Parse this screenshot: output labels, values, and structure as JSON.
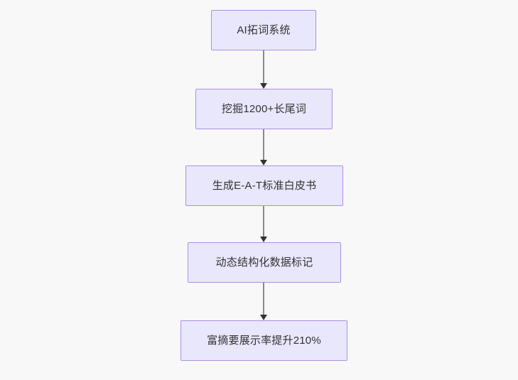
{
  "diagram": {
    "type": "flowchart",
    "direction": "top-to-bottom",
    "background_color": "#f8f8f8",
    "node_fill_color": "#e9e7fb",
    "node_border_color": "#ab90e2",
    "node_text_color": "#333333",
    "edge_line_color": "#8a8a8a",
    "edge_arrow_color": "#333333",
    "nodes": [
      {
        "id": "n1",
        "label": "AI拓词系统"
      },
      {
        "id": "n2",
        "label": "挖掘1200+长尾词"
      },
      {
        "id": "n3",
        "label": "生成E-A-T标准白皮书"
      },
      {
        "id": "n4",
        "label": "动态结构化数据标记"
      },
      {
        "id": "n5",
        "label": "富摘要展示率提升210%"
      }
    ],
    "edges": [
      {
        "id": "e1",
        "from": "n1",
        "to": "n2",
        "label": ""
      },
      {
        "id": "e2",
        "from": "n2",
        "to": "n3",
        "label": ""
      },
      {
        "id": "e3",
        "from": "n3",
        "to": "n4",
        "label": ""
      },
      {
        "id": "e4",
        "from": "n4",
        "to": "n5",
        "label": ""
      }
    ]
  }
}
